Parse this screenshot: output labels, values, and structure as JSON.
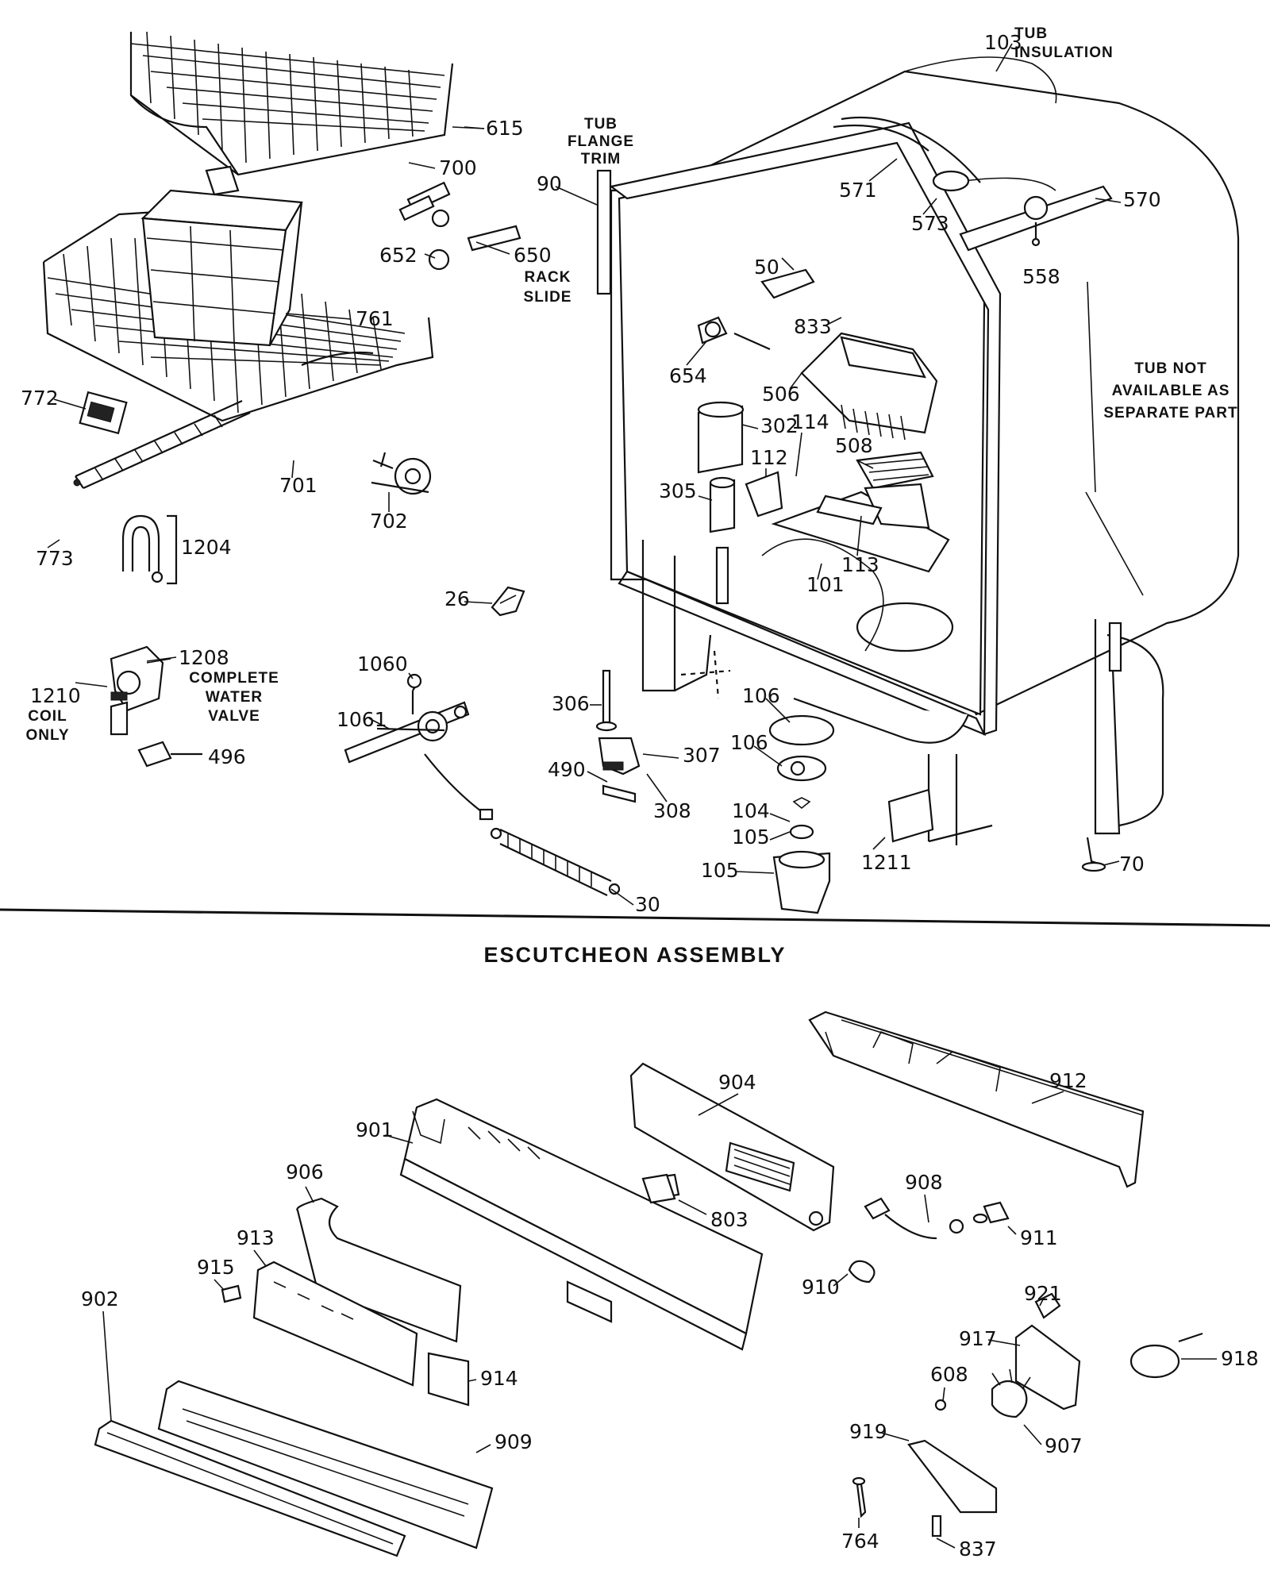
{
  "section_title": "ESCUTCHEON ASSEMBLY",
  "notes": {
    "tub_flange_trim": [
      "TUB",
      "FLANGE",
      "TRIM"
    ],
    "tub_insulation": [
      "TUB",
      "INSULATION"
    ],
    "tub_not_available": [
      "TUB NOT",
      "AVAILABLE AS",
      "SEPARATE PART"
    ],
    "rack_slide": [
      "RACK",
      "SLIDE"
    ],
    "complete_water_valve": [
      "COMPLETE",
      "WATER",
      "VALVE"
    ],
    "coil_only": [
      "COIL",
      "ONLY"
    ]
  },
  "part_labels": {
    "p615": "615",
    "p700": "700",
    "p652": "652",
    "p650": "650",
    "p761": "761",
    "p772": "772",
    "p701": "701",
    "p702": "702",
    "p773": "773",
    "p1204": "1204",
    "p26": "26",
    "p1208": "1208",
    "p1210": "1210",
    "p496": "496",
    "p1060": "1060",
    "p1061": "1061",
    "p30": "30",
    "p90": "90",
    "p103": "103",
    "p571": "571",
    "p573": "573",
    "p570": "570",
    "p558": "558",
    "p50": "50",
    "p833": "833",
    "p654": "654",
    "p506": "506",
    "p302": "302",
    "p114": "114",
    "p508": "508",
    "p112": "112",
    "p305": "305",
    "p113": "113",
    "p101": "101",
    "p306": "306",
    "p106a": "106",
    "p106b": "106",
    "p307": "307",
    "p490": "490",
    "p308": "308",
    "p104": "104",
    "p105a": "105",
    "p105b": "105",
    "p1211": "1211",
    "p70": "70",
    "p904": "904",
    "p912": "912",
    "p901": "901",
    "p906": "906",
    "p803": "803",
    "p908": "908",
    "p911": "911",
    "p913": "913",
    "p915": "915",
    "p910": "910",
    "p902": "902",
    "p921": "921",
    "p917": "917",
    "p918": "918",
    "p914": "914",
    "p608": "608",
    "p909": "909",
    "p919": "919",
    "p907": "907",
    "p764": "764",
    "p837": "837"
  }
}
